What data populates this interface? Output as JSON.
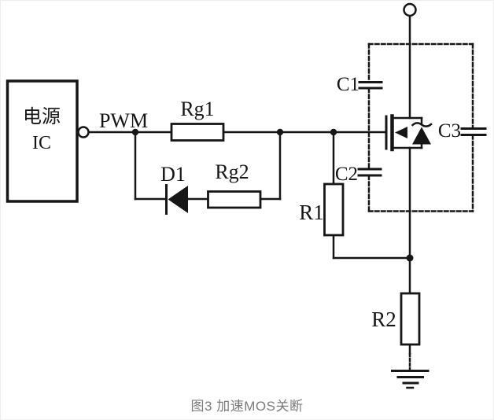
{
  "figure": {
    "caption": "图3 加速MOS关断",
    "colors": {
      "line": "#161616",
      "component_fill": "#ffffff",
      "caption_text": "#7b7b7b",
      "background": "#ffffff"
    }
  },
  "labels": {
    "power_ic_line1": "电源",
    "power_ic_line2": "IC",
    "pwm": "PWM",
    "rg1": "Rg1",
    "d1": "D1",
    "rg2": "Rg2",
    "c1": "C1",
    "c2": "C2",
    "c3": "C3",
    "r1": "R1",
    "r2": "R2"
  }
}
